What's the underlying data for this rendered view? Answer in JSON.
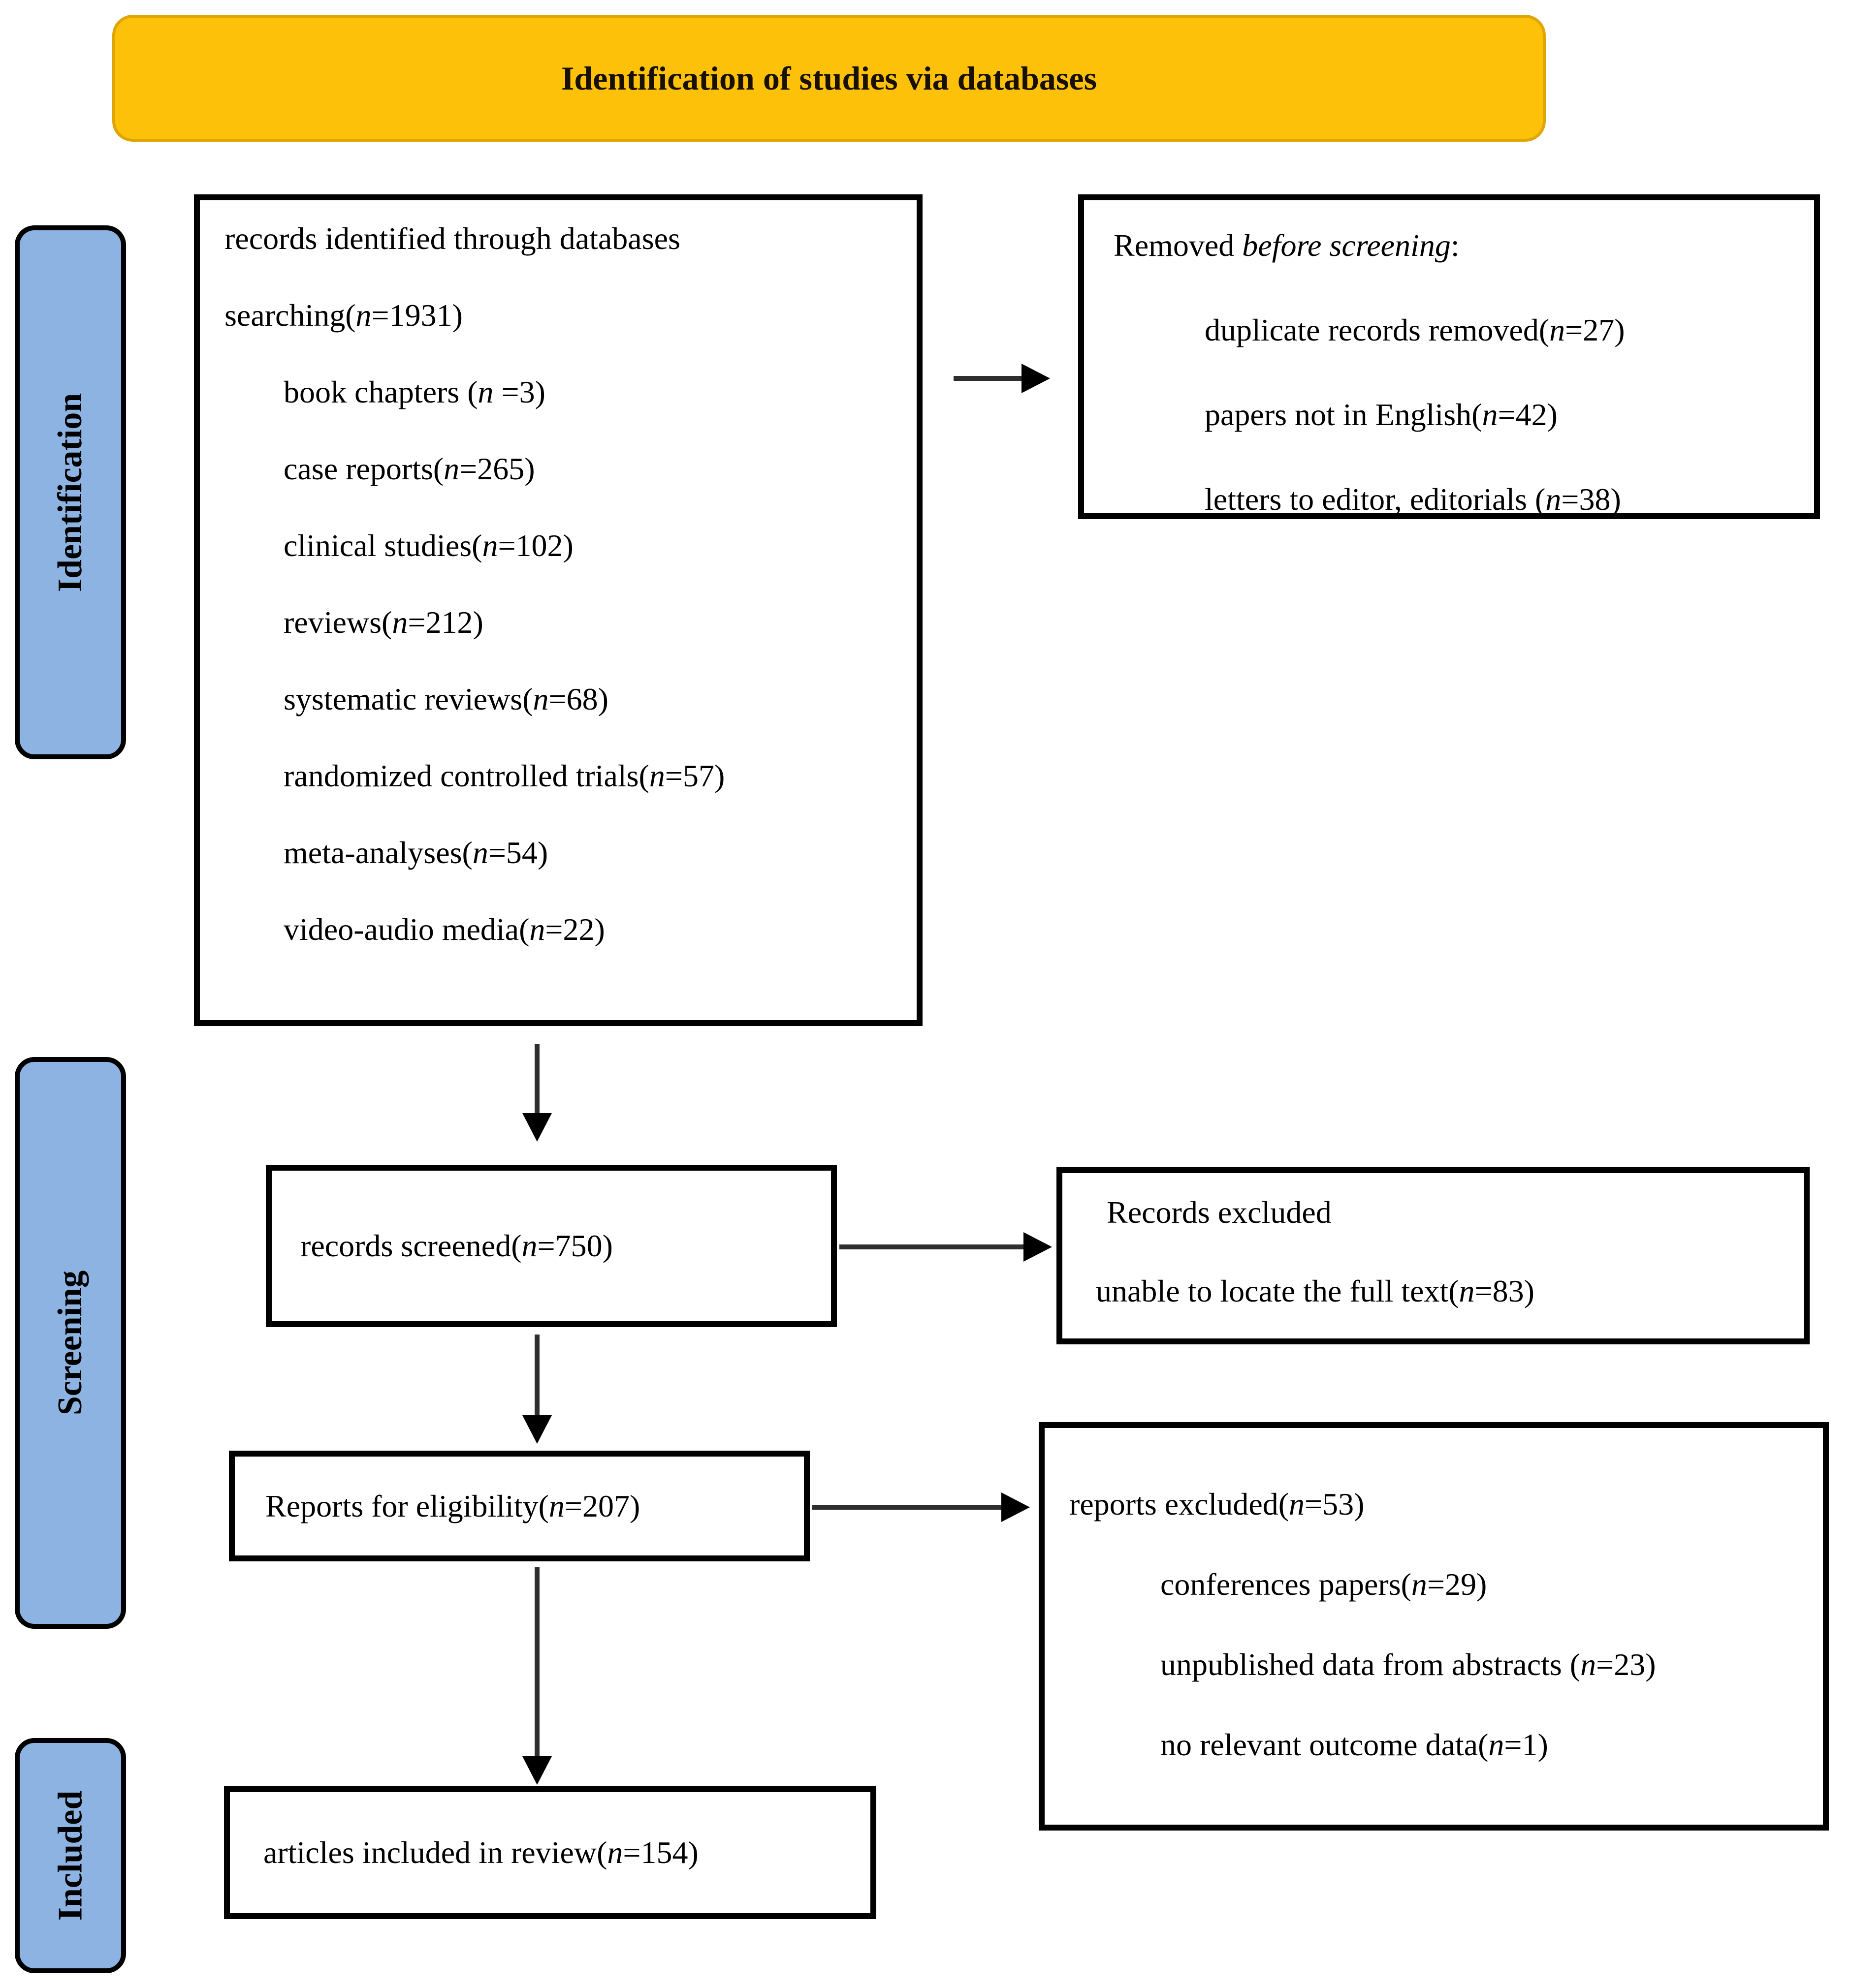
{
  "banner": {
    "title": "Identification of studies via databases"
  },
  "sidebar": [
    {
      "id": "identification",
      "label": "Identification"
    },
    {
      "id": "screening",
      "label": "Screening"
    },
    {
      "id": "included",
      "label": "Included"
    }
  ],
  "boxes": {
    "identified": {
      "intro": "records identified through databases searching(n=1931)",
      "items": [
        "book chapters (n =3)",
        "case reports(n=265)",
        "clinical studies(n=102)",
        "reviews(n=212)",
        "systematic reviews(n=68)",
        "randomized controlled trials(n=57)",
        "meta-analyses(n=54)",
        "video-audio media(n=22)"
      ]
    },
    "removed": {
      "title_pre": "Removed ",
      "title_italic": "before screening",
      "title_post": ":",
      "items": [
        "duplicate records removed(n=27)",
        "papers not in English(n=42)",
        "letters to editor, editorials (n=38)"
      ]
    },
    "screened": {
      "label": "records screened(n=750)"
    },
    "records_excluded": {
      "lines": [
        "Records excluded",
        "unable to locate the full text(n=83)"
      ]
    },
    "eligibility": {
      "label": "Reports for eligibility(n=207)"
    },
    "reports_excluded": {
      "title": "reports excluded(n=53)",
      "items": [
        "conferences papers(n=29)",
        "unpublished data from abstracts (n=23)",
        "no relevant outcome data(n=1)"
      ]
    },
    "included_articles": {
      "label": "articles included in review(n=154)"
    }
  },
  "colors": {
    "banner_fill": "#FDC10A",
    "banner_edge": "#DFA502",
    "sidebar_fill": "#8DB3E2",
    "border": "#000000"
  }
}
